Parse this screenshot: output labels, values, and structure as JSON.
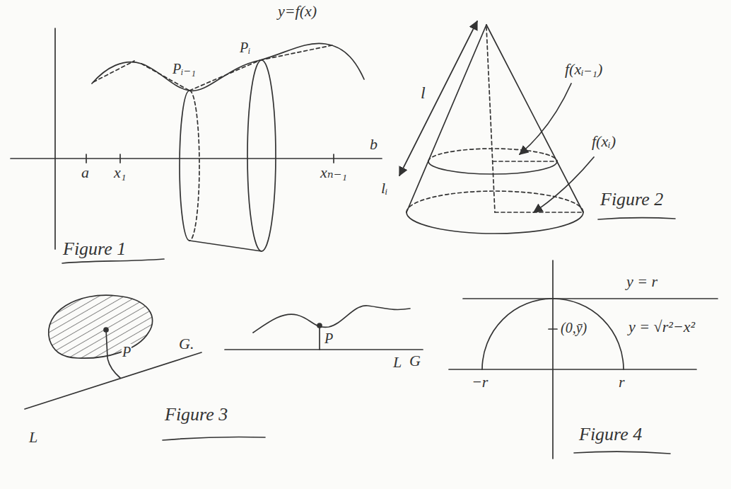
{
  "diagram": {
    "labels": [
      "y=f(x)",
      "Pᵢ₋₁",
      "Pᵢ",
      "a",
      "x₁",
      "xₙ₋₁",
      "b",
      "Figure 1",
      "l",
      "f(xᵢ₋₁)",
      "f(xᵢ)",
      "lᵢ",
      "Figure 2",
      "P",
      "G.",
      "P",
      "L",
      "G",
      "L",
      "Figure 3",
      "y = r",
      "(0,ȳ)",
      "y = √r²−x²",
      "−r",
      "r",
      "Figure 4"
    ]
  }
}
